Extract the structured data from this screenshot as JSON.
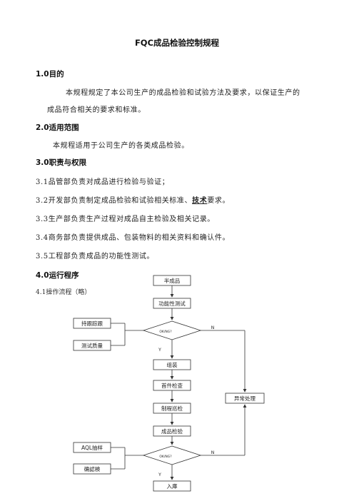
{
  "title": "FQC成品检验控制规程",
  "sections": {
    "s1": {
      "heading": "1.0目的",
      "body_line1": "本规程规定了本公司生产的成品检验和试验方法及要求，以保证生产的",
      "body_line2": "成品符合相关的要求和标准。"
    },
    "s2": {
      "heading": "2.0适用范围",
      "body": "本规程适用于公司生产的各类成品检验。"
    },
    "s3": {
      "heading": "3.0职责与权限",
      "items": [
        "3.1品管部负责对成品进行检验与验证；",
        "3.2开发部负责制定成品检验和试验相关标准、",
        "3.3生产部负责生产过程对成品自主检验及相关记录。",
        "3.4商务部负责提供成品、包装物料的相关资料和确认件。",
        "3.5工程部负责成品的功能性测试。"
      ],
      "item2_bold": "技术",
      "item2_tail": "要求。"
    },
    "s4": {
      "heading": "4.0运行程序",
      "sub": "4.1操作流程（略）"
    }
  },
  "flow": {
    "semi": "半成品",
    "func_test": "功能性测试",
    "diamond1": "OK/NG?",
    "tracking": "持跟踪跟",
    "dispose": "测试质量",
    "n1": "N",
    "y1": "Y",
    "assembly": "组装",
    "first_check": "首件检查",
    "process_check": "制程巡检",
    "final_check": "成品检验",
    "abnormal": "异常处理",
    "aql": "AQL抽样",
    "confirm": "确認検",
    "diamond2": "OK/NG?",
    "n2": "N",
    "y2": "Y",
    "warehouse": "入庫"
  },
  "colors": {
    "line": "#333333",
    "text": "#111111"
  }
}
